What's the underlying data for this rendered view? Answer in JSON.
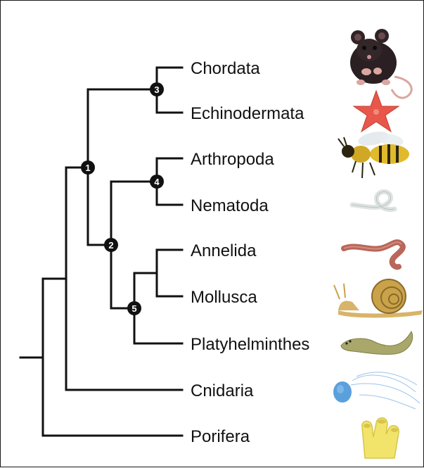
{
  "taxa": [
    {
      "id": "chordata",
      "label": "Chordata",
      "animal": "mouse-icon"
    },
    {
      "id": "echinodermata",
      "label": "Echinodermata",
      "animal": "starfish-icon"
    },
    {
      "id": "arthropoda",
      "label": "Arthropoda",
      "animal": "bee-icon"
    },
    {
      "id": "nematoda",
      "label": "Nematoda",
      "animal": "roundworm-icon"
    },
    {
      "id": "annelida",
      "label": "Annelida",
      "animal": "earthworm-icon"
    },
    {
      "id": "mollusca",
      "label": "Mollusca",
      "animal": "snail-icon"
    },
    {
      "id": "platyhelminthes",
      "label": "Platyhelminthes",
      "animal": "flatworm-icon"
    },
    {
      "id": "cnidaria",
      "label": "Cnidaria",
      "animal": "jellyfish-icon"
    },
    {
      "id": "porifera",
      "label": "Porifera",
      "animal": "sponge-icon"
    }
  ],
  "nodes": [
    {
      "label": "1"
    },
    {
      "label": "2"
    },
    {
      "label": "3"
    },
    {
      "label": "4"
    },
    {
      "label": "5"
    }
  ],
  "colors": {
    "branch": "#111111",
    "node": "#111111",
    "starfish": "#e8574a",
    "bee": "#e0b92c",
    "earthworm": "#b8675a",
    "snail": "#c9a24a",
    "flatworm": "#a9a86a",
    "jellyfish": "#3d8fd6",
    "sponge": "#f2e36a"
  }
}
